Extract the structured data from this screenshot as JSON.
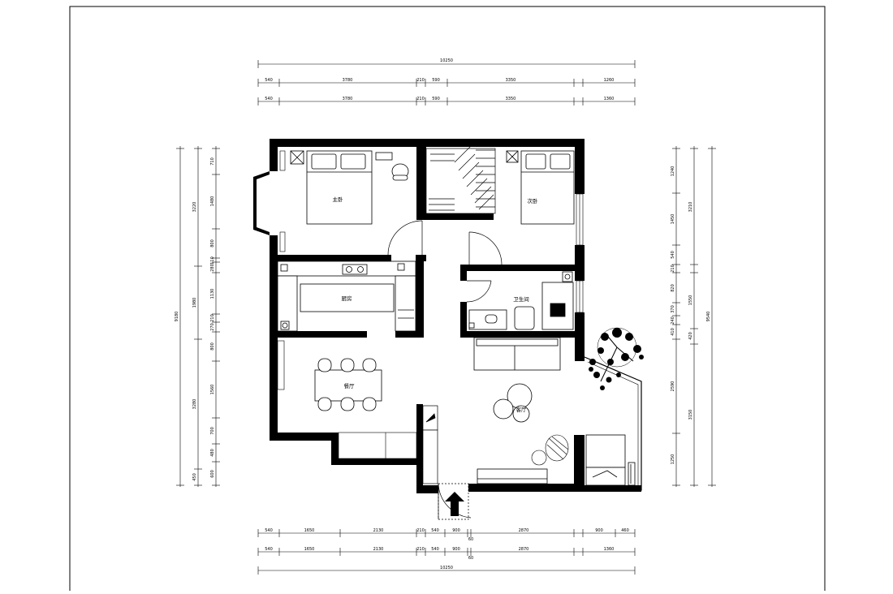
{
  "plan": {
    "rooms": {
      "master_bedroom": "主卧",
      "second_bedroom": "次卧",
      "kitchen": "厨房",
      "bathroom": "卫生间",
      "dining": "餐厅",
      "living": "客厅"
    },
    "dims_top_total": "10250",
    "dims_top_row1": [
      "540",
      "3780",
      "210",
      "590",
      "3350",
      "1260"
    ],
    "dims_top_row2": [
      "540",
      "3780",
      "210",
      "590",
      "3350",
      "1360"
    ],
    "dims_bottom_row1": [
      "540",
      "1650",
      "2130",
      "210",
      "540",
      "900",
      "2870",
      "900",
      "460"
    ],
    "dims_bottom_mid": "60",
    "dims_bottom_row2": [
      "540",
      "1650",
      "2130",
      "210",
      "540",
      "900",
      "2870",
      "1360"
    ],
    "dims_bottom_total": "10250",
    "dims_left_total": "9180",
    "dims_left_mid": [
      "3220",
      "1980",
      "3280",
      "450"
    ],
    "dims_left_inner": [
      "710",
      "1480",
      "800",
      "110",
      "280",
      "1130",
      "210",
      "270",
      "800",
      "1560",
      "700",
      "480",
      "600"
    ],
    "dims_right_inner": [
      "1240",
      "1450",
      "540",
      "210",
      "820",
      "370",
      "240",
      "410",
      "2590",
      "1250"
    ],
    "dims_right_mid": [
      "3210",
      "1550",
      "420",
      "3150"
    ],
    "dims_right_total": "9540"
  },
  "colors": {
    "wall": "#000000",
    "line": "#000000",
    "background": "#ffffff"
  }
}
